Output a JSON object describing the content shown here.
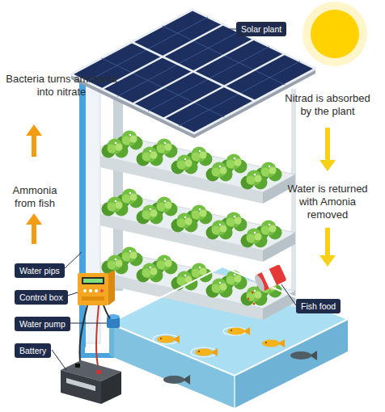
{
  "diagram": {
    "nodes": [
      {
        "text": [
          "Solar plant"
        ]
      },
      {
        "text": [
          "Water pips"
        ]
      },
      {
        "text": [
          "Control box"
        ]
      },
      {
        "text": [
          "Fish food"
        ]
      },
      {
        "text": [
          "Water pump"
        ]
      },
      {
        "text": [
          "Battery"
        ]
      }
    ],
    "labels": [
      "Bacteria turns ammonia into nitrate",
      "Nitrad is absorbed by the plant",
      "Ammonia from fish",
      "Water is returned with Amonia removed"
    ]
  }
}
